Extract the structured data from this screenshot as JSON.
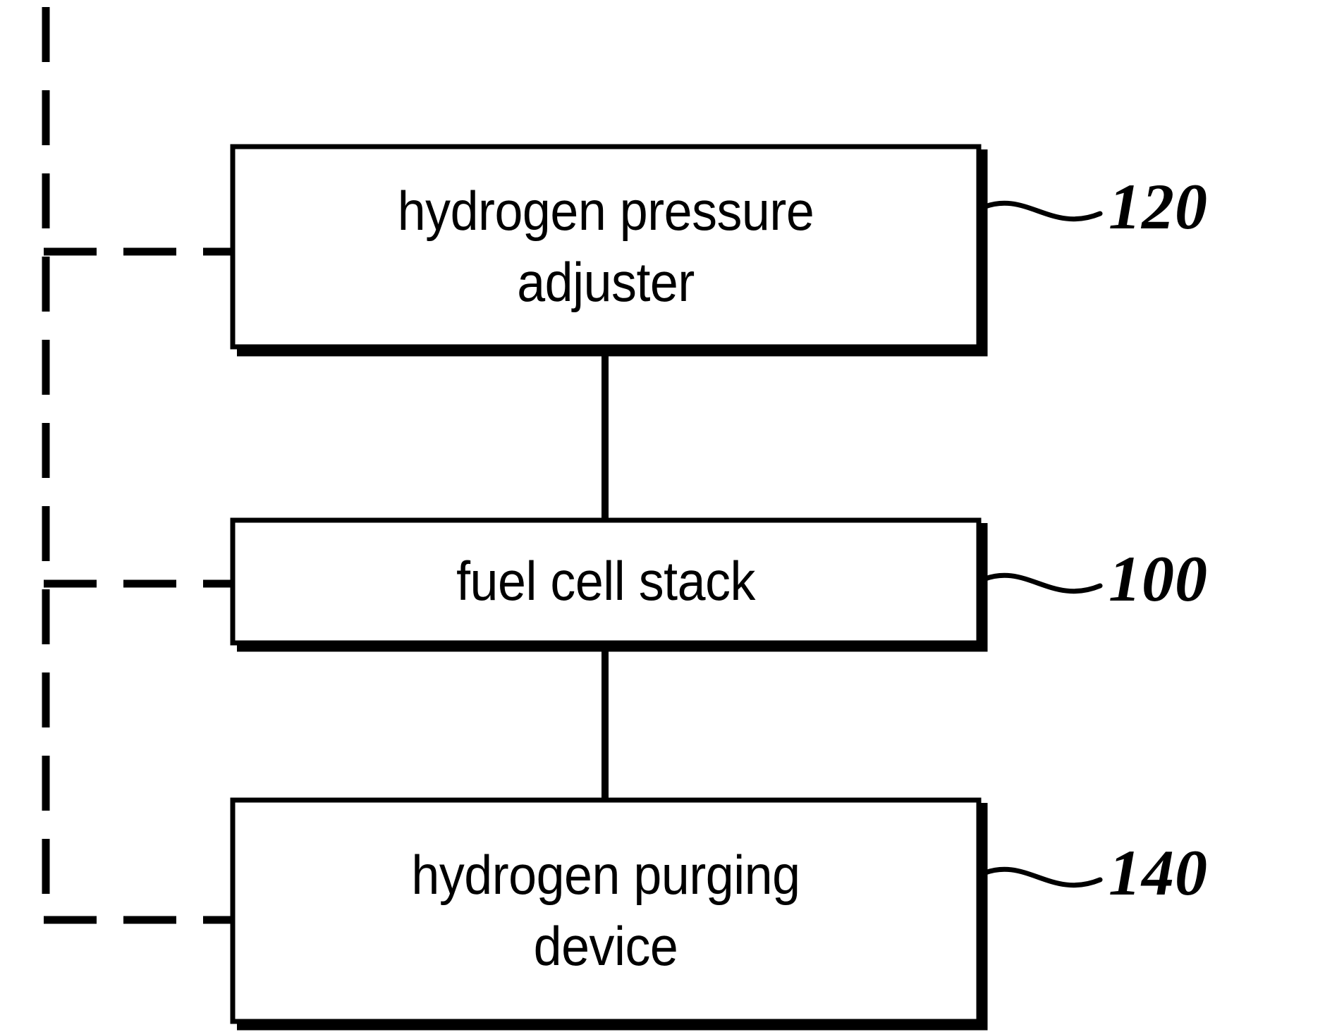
{
  "diagram": {
    "type": "block-diagram",
    "title": "",
    "background_color": "#ffffff",
    "line_color": "#000000",
    "blocks": [
      {
        "id": "hydrogen-pressure-adjuster",
        "label": "hydrogen pressure\nadjuster",
        "reference_numeral": "120"
      },
      {
        "id": "fuel-cell-stack",
        "label": "fuel cell stack",
        "reference_numeral": "100"
      },
      {
        "id": "hydrogen-purging-device",
        "label": "hydrogen purging\ndevice",
        "reference_numeral": "140"
      }
    ],
    "connectors": {
      "solid_vertical": [
        {
          "from": "hydrogen-pressure-adjuster",
          "to": "fuel-cell-stack"
        },
        {
          "from": "fuel-cell-stack",
          "to": "hydrogen-purging-device"
        }
      ],
      "dashed_bus": {
        "style": "dashed",
        "branches": [
          "hydrogen-pressure-adjuster",
          "fuel-cell-stack",
          "hydrogen-purging-device"
        ]
      }
    }
  }
}
